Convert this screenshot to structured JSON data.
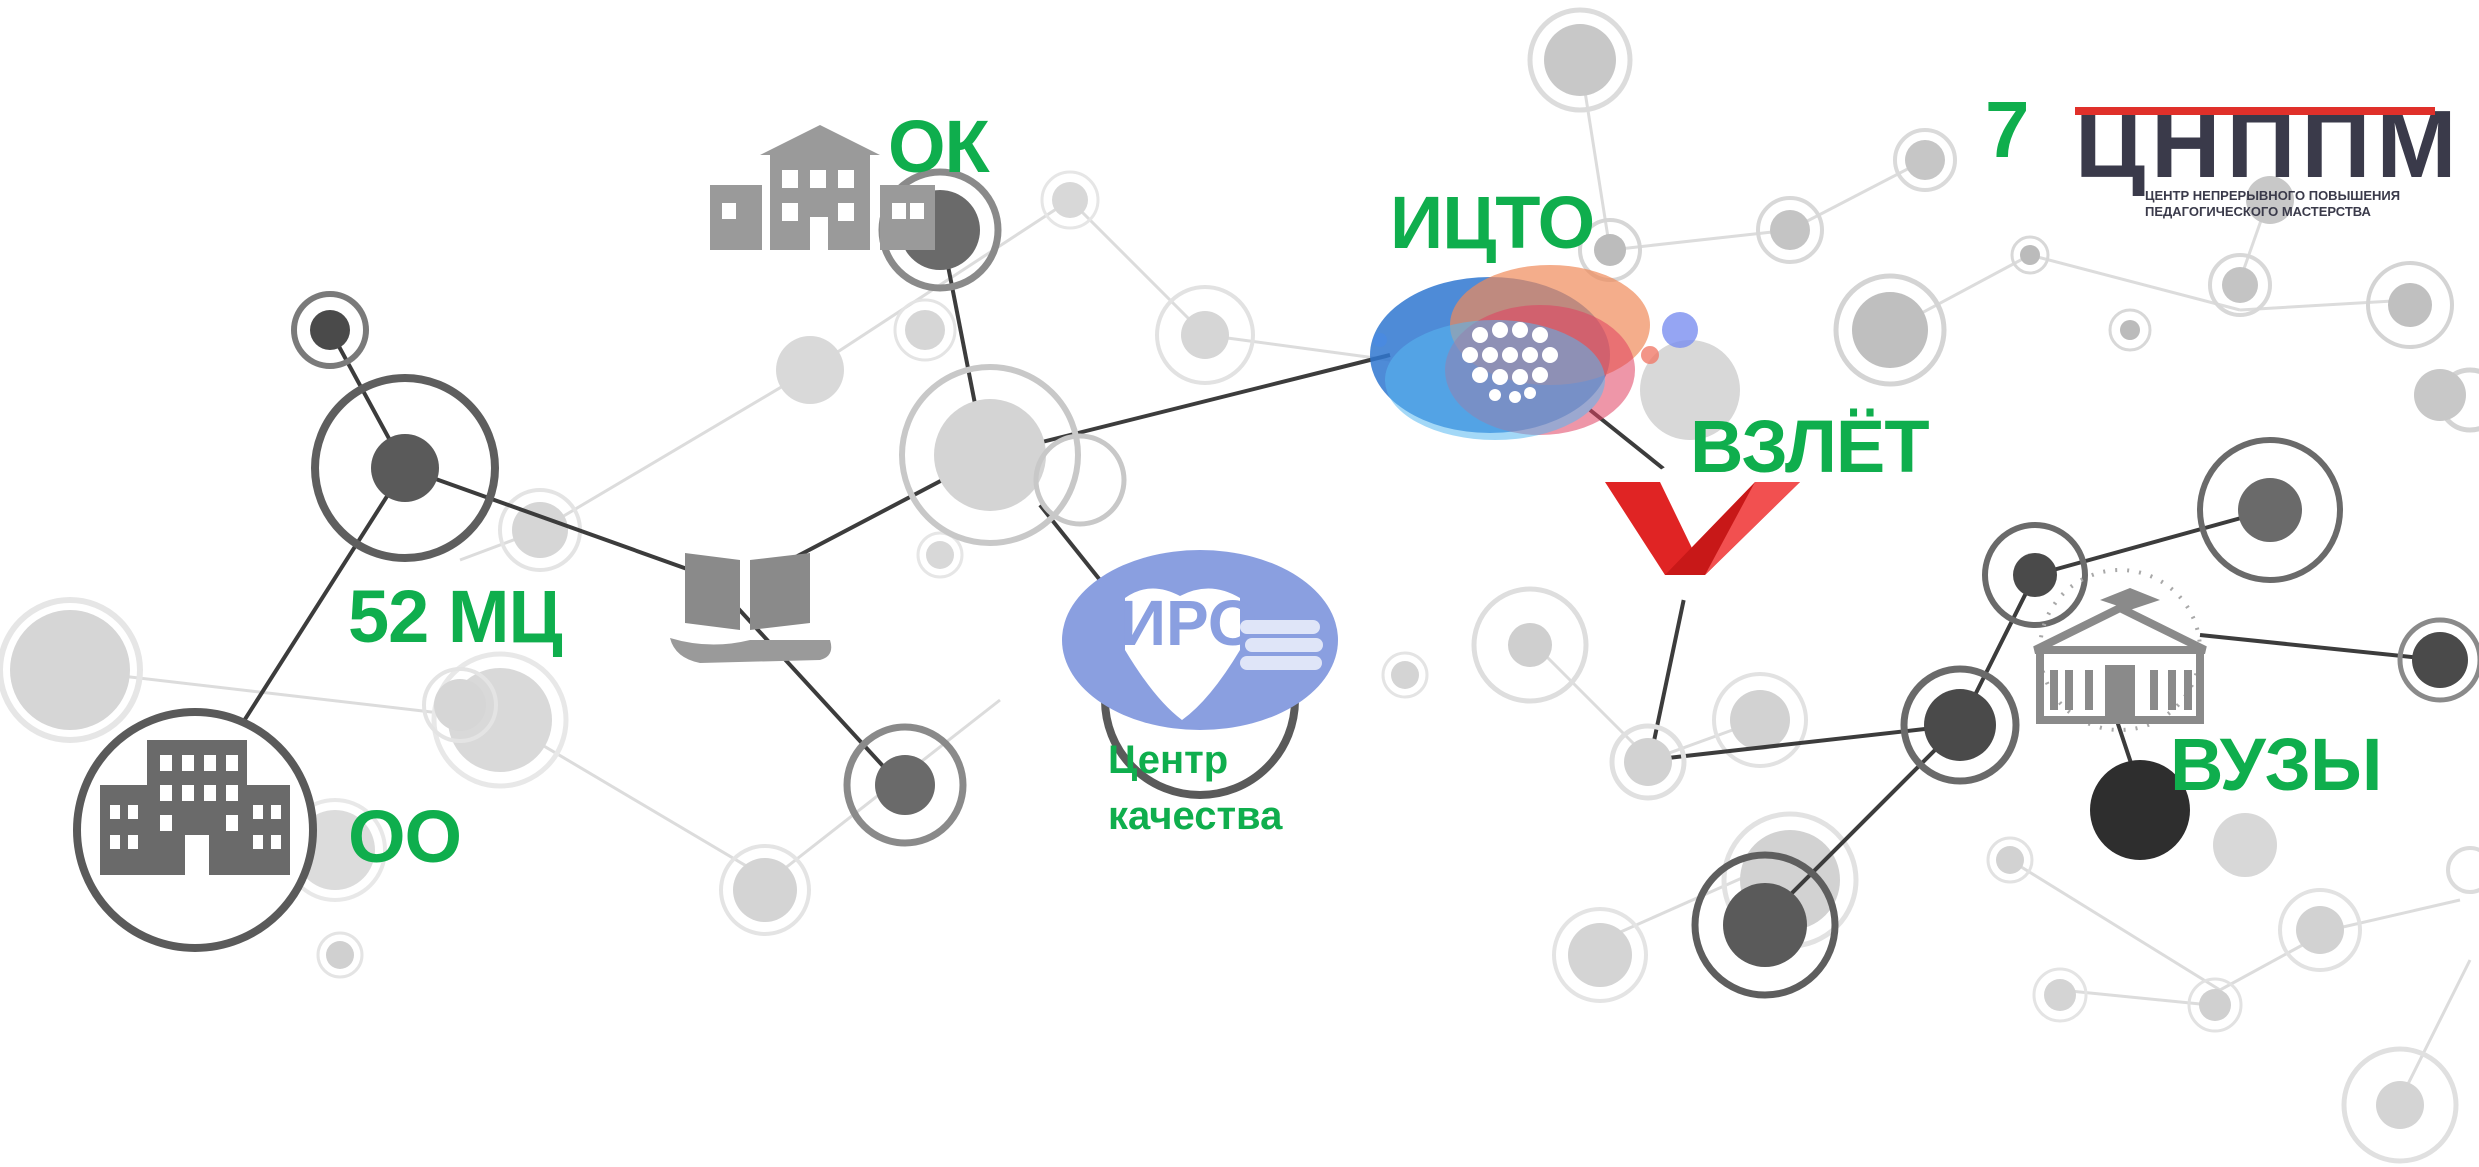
{
  "labels": {
    "ok": "ОК",
    "ikto": "ИЦТО",
    "vzlet": "ВЗЛЁТ",
    "mc": "52 МЦ",
    "oo": "ОО",
    "vuzy": "ВУЗЫ",
    "center_line1": "Центр",
    "center_line2": "качества",
    "cnppm_count": "7"
  },
  "logos": {
    "cnppm_word": "ЦНППМ",
    "cnppm_sub1": "ЦЕНТР НЕПРЕРЫВНОГО ПОВЫШЕНИЯ",
    "cnppm_sub2": "ПЕДАГОГИЧЕСКОГО МАСТЕРСТВА",
    "iro_word": "ИРО"
  },
  "colors": {
    "label_green": "#0fae4d",
    "node_dark": "#5a5a5a",
    "node_gray": "#bdbdbd",
    "iro_blue": "#8a9fe0",
    "vzlet_red": "#e02424",
    "cnppm_red": "#e0302a",
    "cnppm_dark": "#3a3a4a"
  },
  "icons": [
    "building-icon",
    "open-book-hand-icon",
    "school-building-icon",
    "university-icon",
    "ikto-logo",
    "iro-owl-logo",
    "vzlet-checkmark-logo",
    "cnppm-logo"
  ]
}
